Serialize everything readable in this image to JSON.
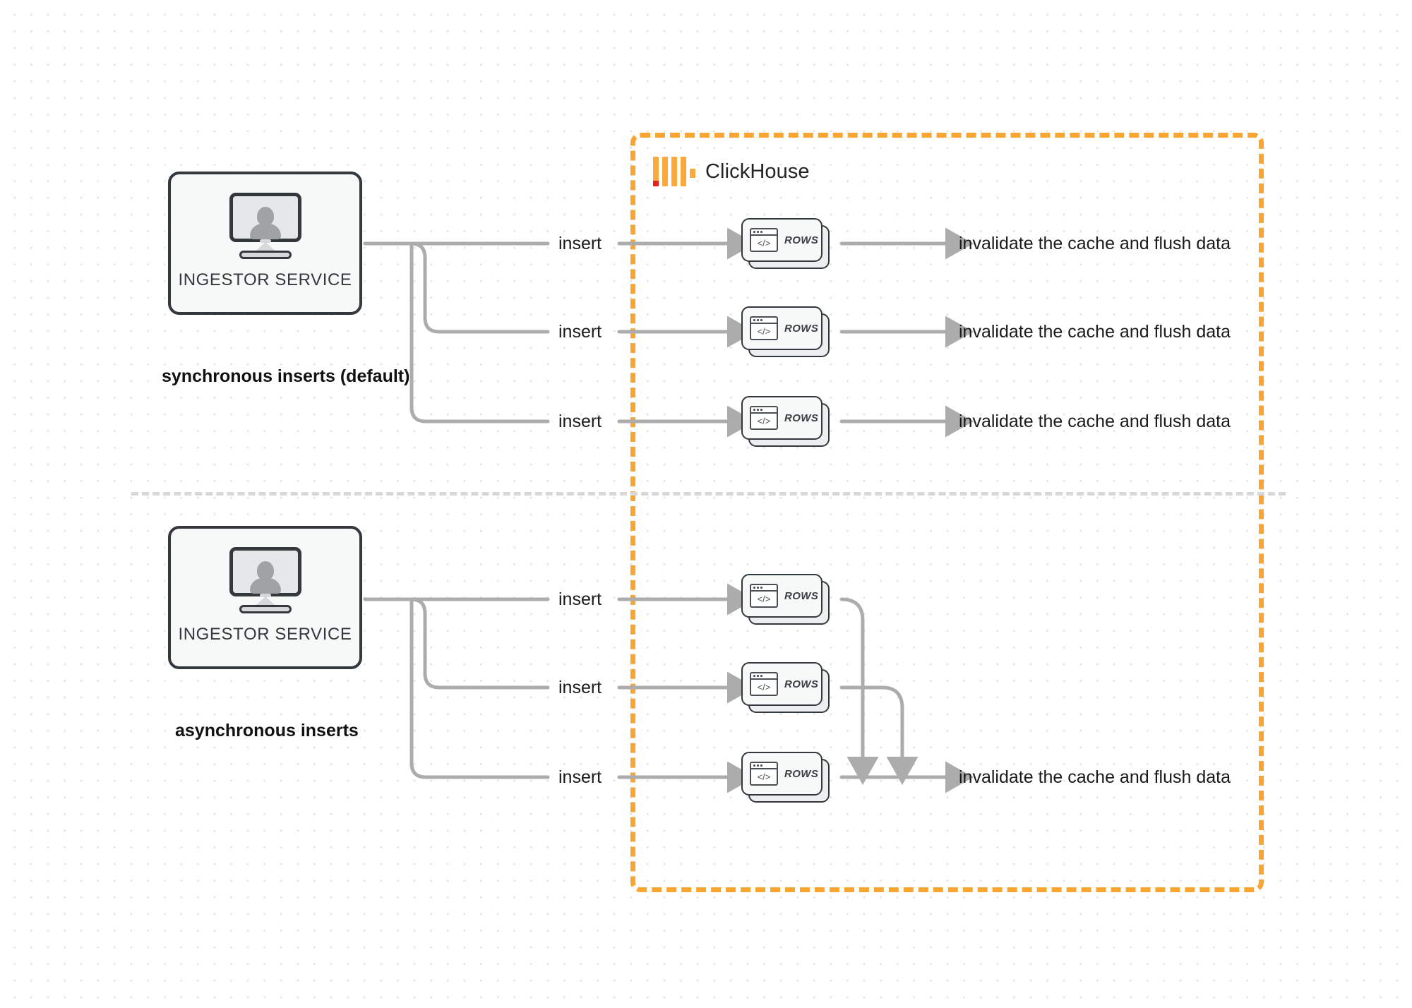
{
  "diagram": {
    "title": "ClickHouse synchronous vs asynchronous inserts",
    "colors": {
      "accent_orange": "#F9A532",
      "logo_orange": "#FAA93A",
      "logo_red": "#E8201E",
      "wire_gray": "#ACACAC",
      "outline_dark": "#33383D",
      "background": "#FFFFFF",
      "dot_grid": "#E8E6E4"
    }
  },
  "clickhouse": {
    "label": "ClickHouse",
    "logo_name": "clickhouse-logo"
  },
  "sections": [
    {
      "id": "synchronous",
      "caption": "synchronous inserts (default)",
      "service": {
        "label": "INGESTOR SERVICE",
        "icon": "monitor-user-icon"
      },
      "flows": [
        {
          "insert_label": "insert",
          "rows_label": "ROWS",
          "result_label": "invalidate the cache and flush data"
        },
        {
          "insert_label": "insert",
          "rows_label": "ROWS",
          "result_label": "invalidate the cache and flush data"
        },
        {
          "insert_label": "insert",
          "rows_label": "ROWS",
          "result_label": "invalidate the cache and flush data"
        }
      ]
    },
    {
      "id": "asynchronous",
      "caption": "asynchronous inserts",
      "service": {
        "label": "INGESTOR SERVICE",
        "icon": "monitor-user-icon"
      },
      "flows": [
        {
          "insert_label": "insert",
          "rows_label": "ROWS"
        },
        {
          "insert_label": "insert",
          "rows_label": "ROWS"
        },
        {
          "insert_label": "insert",
          "rows_label": "ROWS"
        }
      ],
      "merged_result_label": "invalidate the cache and flush data"
    }
  ]
}
